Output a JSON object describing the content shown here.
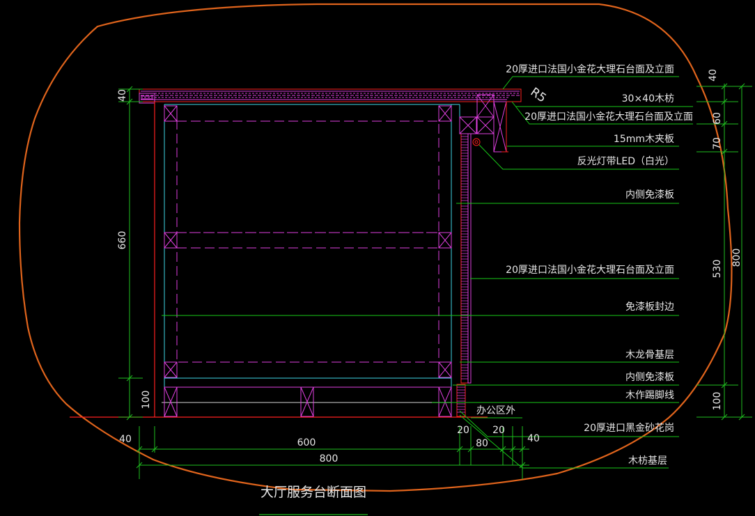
{
  "drawing": {
    "title": "大厅服务台断面图",
    "stamp": "R5",
    "colors": {
      "background": "#000000",
      "cloud": "#e0641c",
      "wall": "#ff2020",
      "inner": "#e040e0",
      "cyan": "#40d8e8",
      "dim": "#20c020",
      "leader": "#18c818",
      "text": "#e8e8e8"
    },
    "labels": [
      "20厚进口法国小金花大理石台面及立面",
      "30×40木枋",
      "20厚进口法国小金花大理石台面及立面",
      "15mm木夹板",
      "反光灯带LED（白光）",
      "内侧免漆板",
      "20厚进口法国小金花大理石台面及立面",
      "免漆板封边",
      "木龙骨基层",
      "内侧免漆板",
      "木作踢脚线",
      "办公区外",
      "20厚进口黑金砂花岗",
      "木枋基层"
    ],
    "dims": {
      "left_top": "40",
      "left_mid": "660",
      "left_bottom": "100",
      "right_a": "40",
      "right_b": "60",
      "right_c": "70",
      "right_d": "530",
      "right_e": "100",
      "right_total": "800",
      "bottom_40_left": "40",
      "bottom_600": "600",
      "bottom_800": "800",
      "bottom_20a": "20",
      "bottom_80": "80",
      "bottom_20b": "20",
      "bottom_40_right": "40"
    }
  }
}
